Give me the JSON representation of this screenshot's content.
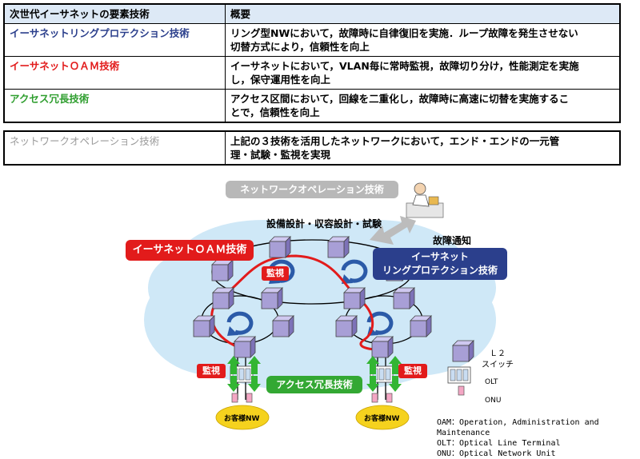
{
  "table": {
    "header": {
      "col1": "次世代イーサネットの要素技術",
      "col2": "概要"
    },
    "rows": [
      {
        "tech": "イーサネットリングプロテクション技術",
        "color": "#2b3f8c",
        "line1": "リング型NWにおいて，故障時に自律復旧を実施．ループ故障を発生させない",
        "line2": "切替方式により，信頼性を向上"
      },
      {
        "tech": "イーサネットＯＡＭ技術",
        "color": "#e21b1b",
        "line1": "イーサネットにおいて，VLAN毎に常時監視，故障切り分け，性能測定を実施",
        "line2": "し，保守運用性を向上"
      },
      {
        "tech": "アクセス冗長技術",
        "color": "#2f9e2f",
        "line1": "アクセス区間において，回線を二重化し，故障時に高速に切替を実施するこ",
        "line2": "とで，信頼性を向上"
      }
    ],
    "ops": {
      "tech": "ネットワークオペレーション技術",
      "color": "#9a9a9a",
      "line1": "上記の３技術を活用したネットワークにおいて，エンド・エンドの一元管",
      "line2": "理・試験・監視を実現"
    }
  },
  "diagram": {
    "ops_box": "ネットワークオペレーション技術",
    "design_label": "設備設計・収容設計・試験",
    "fault_label": "故障通知",
    "oam_box": "イーサネットＯＡＭ技術",
    "ring_box_line1": "イーサネット",
    "ring_box_line2": "リングプロテクション技術",
    "monitor_label": "監視",
    "access_box": "アクセス冗長技術",
    "customer_nw": "お客様NW",
    "legend_l2_line1": "Ｌ２",
    "legend_l2_line2": "スイッチ",
    "legend_olt": "OLT",
    "legend_onu": "ONU",
    "abbr_oam": "OAM：Operation, Administration and Maintenance",
    "abbr_olt": "OLT：Optical Line Terminal",
    "abbr_onu": "ONU：Optical Network Unit"
  },
  "colors": {
    "ring_blue": "#2b3f8c",
    "oam_red": "#e21b1b",
    "access_green": "#33a833",
    "ops_gray": "#b5b5b5",
    "cloud": "#cfe8f7",
    "cube": "#a89fd6"
  }
}
